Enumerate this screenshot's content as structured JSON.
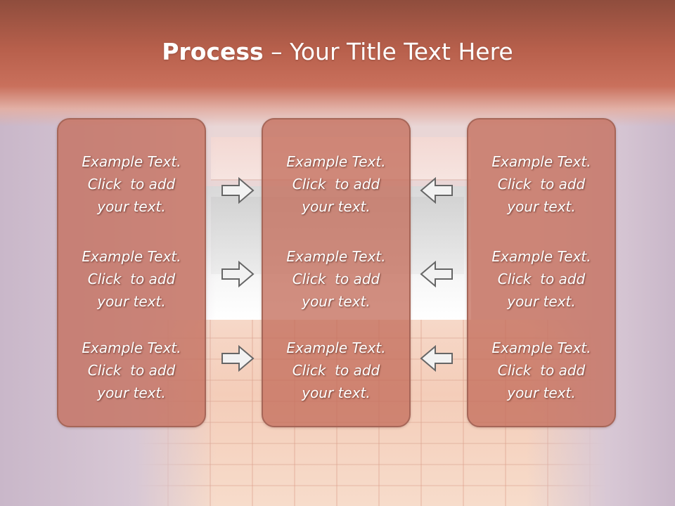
{
  "slide": {
    "title_bold": "Process",
    "title_rest": " – Your Title Text Here",
    "colors": {
      "panel_fill": "#c46e5c",
      "panel_border": "#a66658",
      "arrow_fill": "#f2f2f2",
      "arrow_stroke": "#666666",
      "title_text": "#ffffff"
    },
    "arrow_icon_names": [
      "arrow-right-icon",
      "arrow-left-icon"
    ]
  },
  "panels": [
    {
      "items": [
        {
          "line1": "Example Text.",
          "line2": "Click  to add",
          "line3": "your text."
        },
        {
          "line1": "Example Text.",
          "line2": "Click  to add",
          "line3": "your text."
        },
        {
          "line1": "Example Text.",
          "line2": "Click  to add",
          "line3": "your text."
        }
      ]
    },
    {
      "items": [
        {
          "line1": "Example Text.",
          "line2": "Click  to add",
          "line3": "your text."
        },
        {
          "line1": "Example Text.",
          "line2": "Click  to add",
          "line3": "your text."
        },
        {
          "line1": "Example Text.",
          "line2": "Click  to add",
          "line3": "your text."
        }
      ]
    },
    {
      "items": [
        {
          "line1": "Example Text.",
          "line2": "Click  to add",
          "line3": "your text."
        },
        {
          "line1": "Example Text.",
          "line2": "Click  to add",
          "line3": "your text."
        },
        {
          "line1": "Example Text.",
          "line2": "Click  to add",
          "line3": "your text."
        }
      ]
    }
  ]
}
